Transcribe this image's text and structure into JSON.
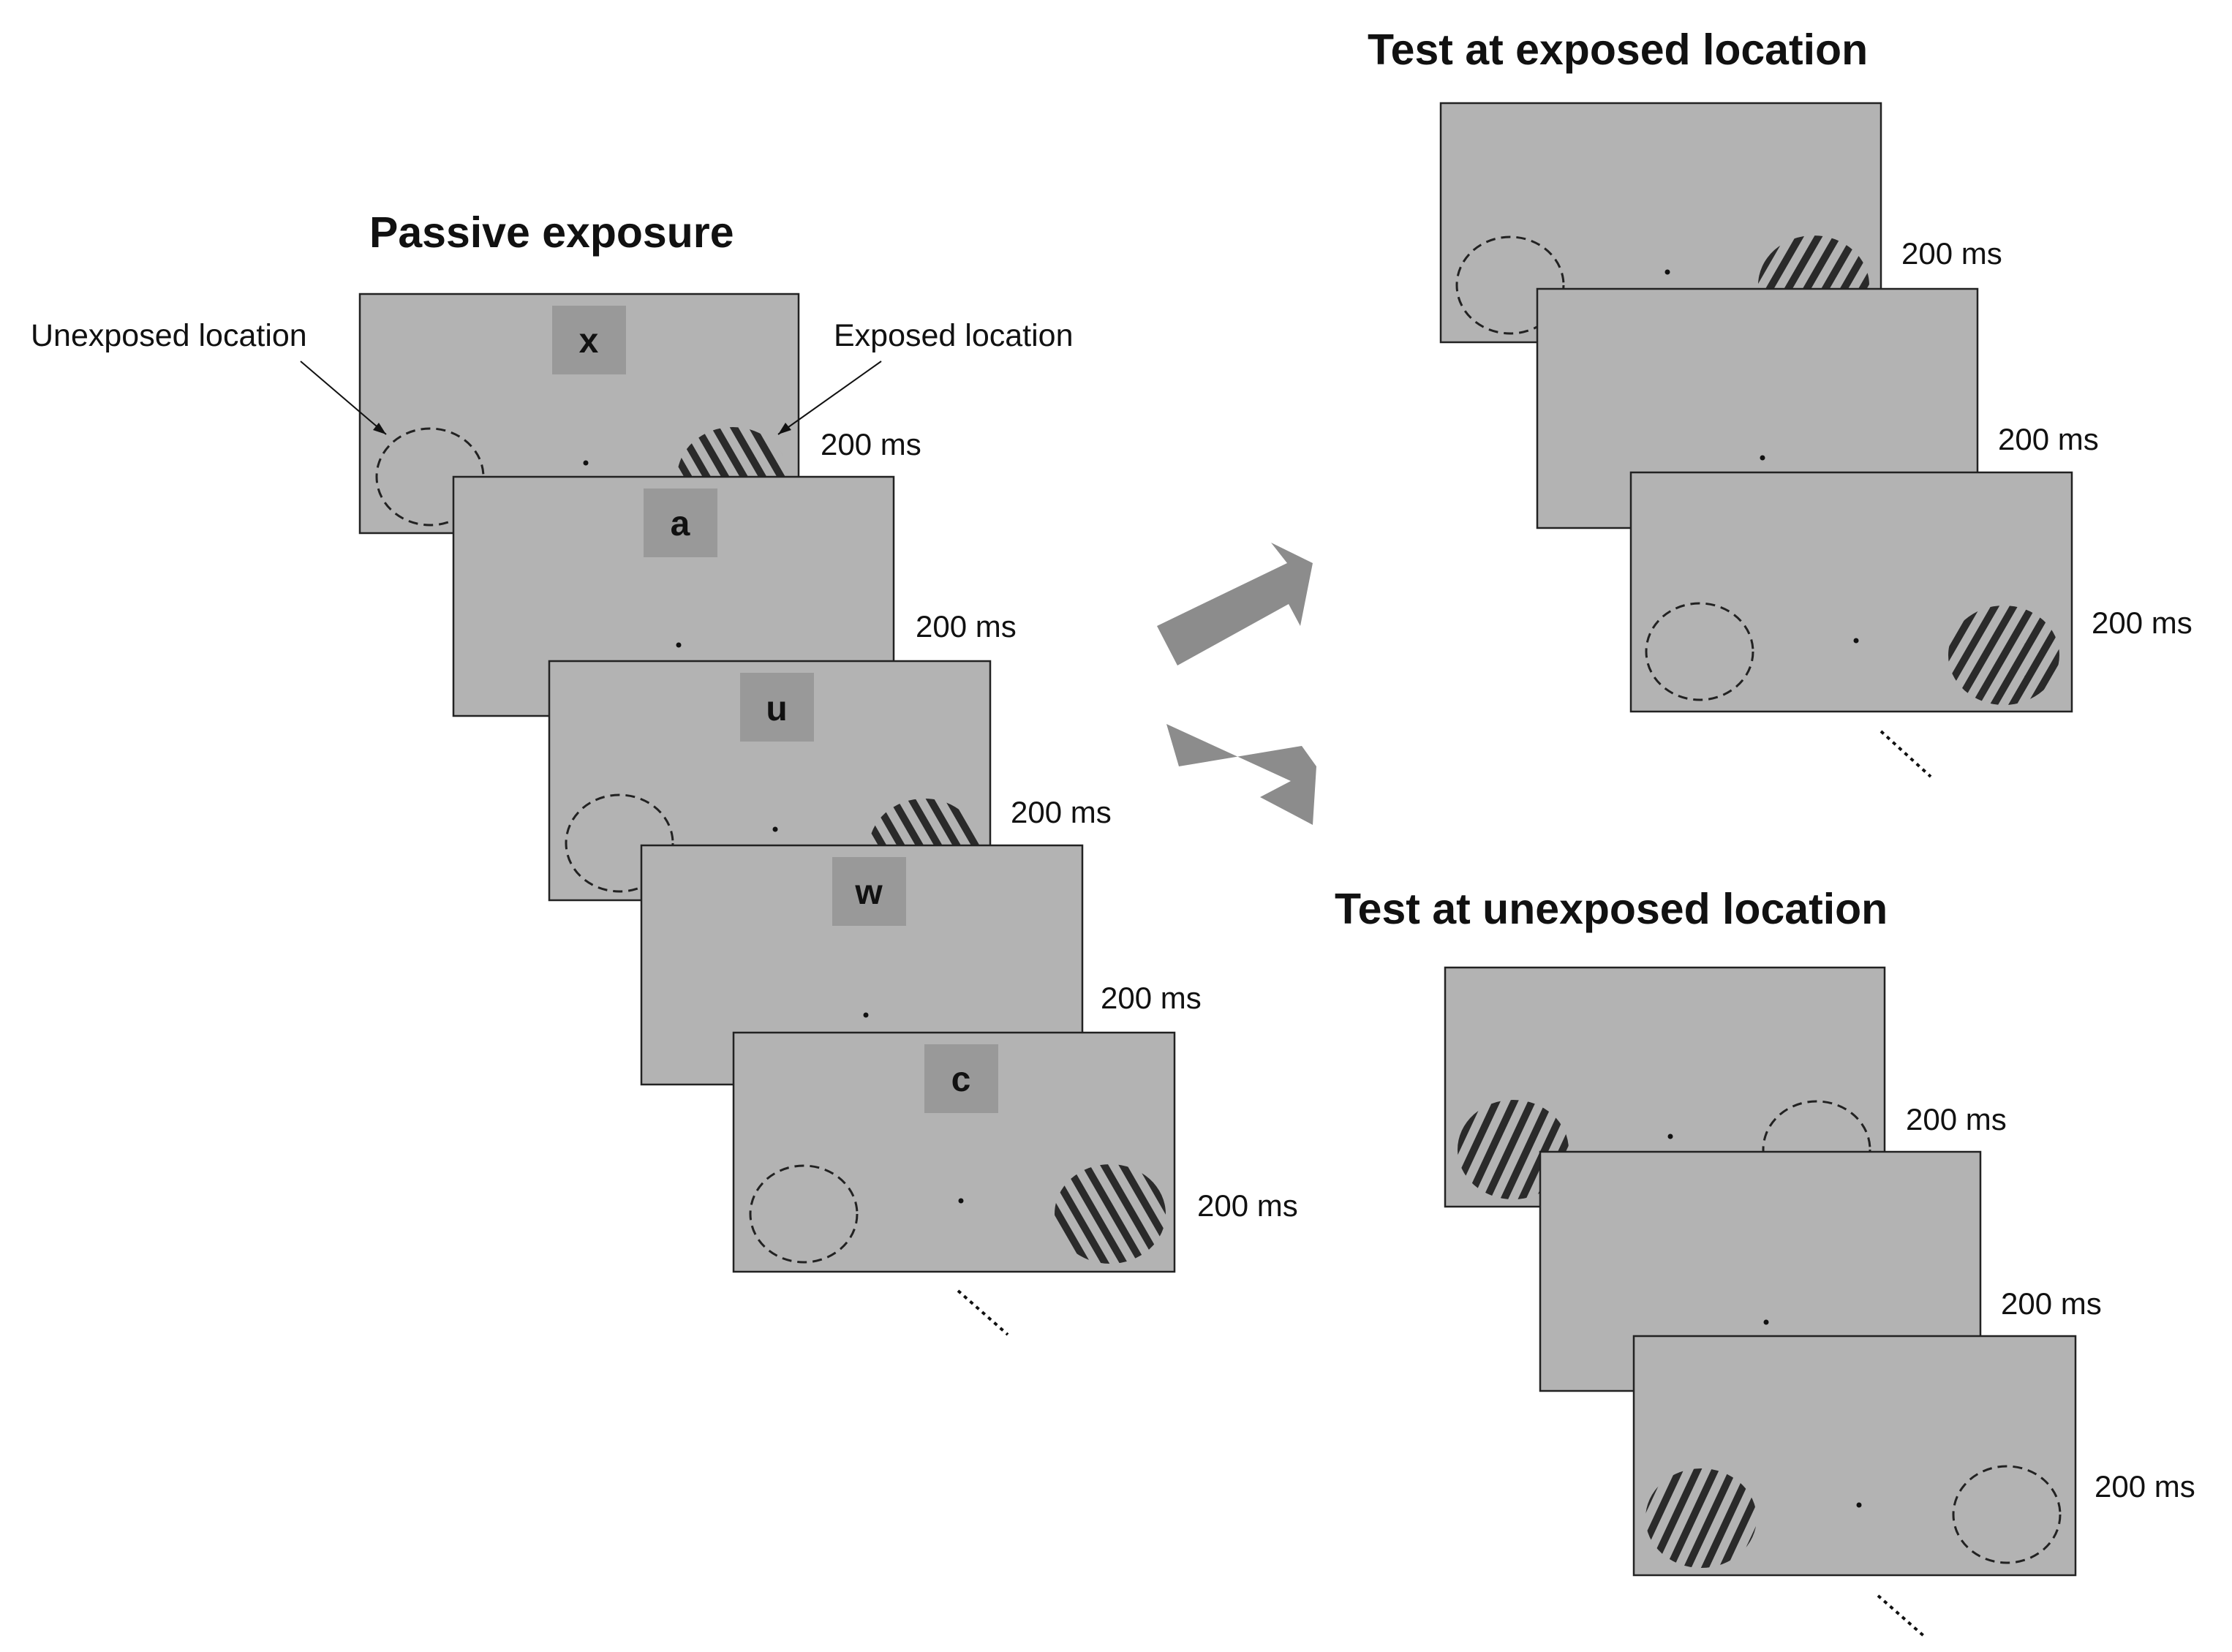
{
  "titles": {
    "passive": "Passive exposure",
    "test_exposed": "Test at exposed location",
    "test_unexposed": "Test at unexposed location"
  },
  "callouts": {
    "unexposed": "Unexposed location",
    "exposed": "Exposed location"
  },
  "passive_frames": [
    {
      "letter": "x",
      "duration": "200 ms",
      "stimuli": true
    },
    {
      "letter": "a",
      "duration": "200 ms",
      "stimuli": false
    },
    {
      "letter": "u",
      "duration": "200 ms",
      "stimuli": true
    },
    {
      "letter": "w",
      "duration": "200 ms",
      "stimuli": false
    },
    {
      "letter": "c",
      "duration": "200 ms",
      "stimuli": true
    }
  ],
  "test_exposed_frames": [
    {
      "duration": "200 ms",
      "stimuli": true
    },
    {
      "duration": "200 ms",
      "stimuli": false
    },
    {
      "duration": "200 ms",
      "stimuli": true
    }
  ],
  "test_unexposed_frames": [
    {
      "duration": "200 ms",
      "stimuli": true
    },
    {
      "duration": "200 ms",
      "stimuli": false
    },
    {
      "duration": "200 ms",
      "stimuli": true
    }
  ],
  "colors": {
    "screen": "#b3b3b3",
    "letter_box": "#999999",
    "arrow": "#8c8c8c",
    "stroke": "#222222"
  }
}
